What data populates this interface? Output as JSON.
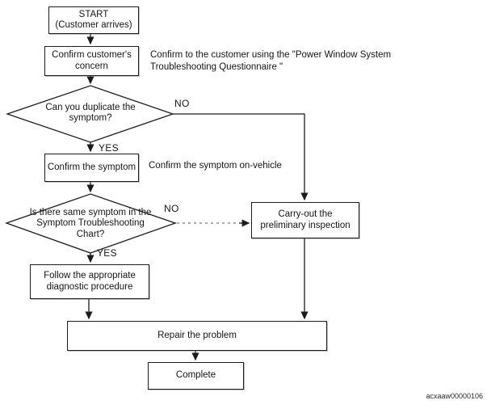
{
  "figure_code": "acxaaw00000106",
  "colors": {
    "line": "#1c1c1c",
    "dashed_line": "#7a7a7a",
    "background": "#ffffff"
  },
  "nodes": {
    "start": {
      "label": "START\n(Customer arrives)"
    },
    "confirm_concern": {
      "label": "Confirm customer's\nconcern"
    },
    "duplicate_symptom": {
      "label": "Can you duplicate the\nsymptom?"
    },
    "confirm_symptom": {
      "label": "Confirm the symptom"
    },
    "same_symptom": {
      "label": "Is there same symptom in the\nSymptom Troubleshooting\nChart?"
    },
    "follow_procedure": {
      "label": "Follow the appropriate\ndiagnostic procedure"
    },
    "carry_out": {
      "label": "Carry-out the\npreliminary inspection"
    },
    "repair": {
      "label": "Repair the problem"
    },
    "complete": {
      "label": "Complete"
    }
  },
  "annotations": {
    "questionnaire_note": "Confirm to the customer using the \"Power Window System\nTroubleshooting Questionnaire \"",
    "on_vehicle_note": "Confirm the symptom on-vehicle"
  },
  "edge_labels": {
    "duplicate_no": "NO",
    "duplicate_yes": "YES",
    "same_no": "NO",
    "same_yes": "YES"
  }
}
